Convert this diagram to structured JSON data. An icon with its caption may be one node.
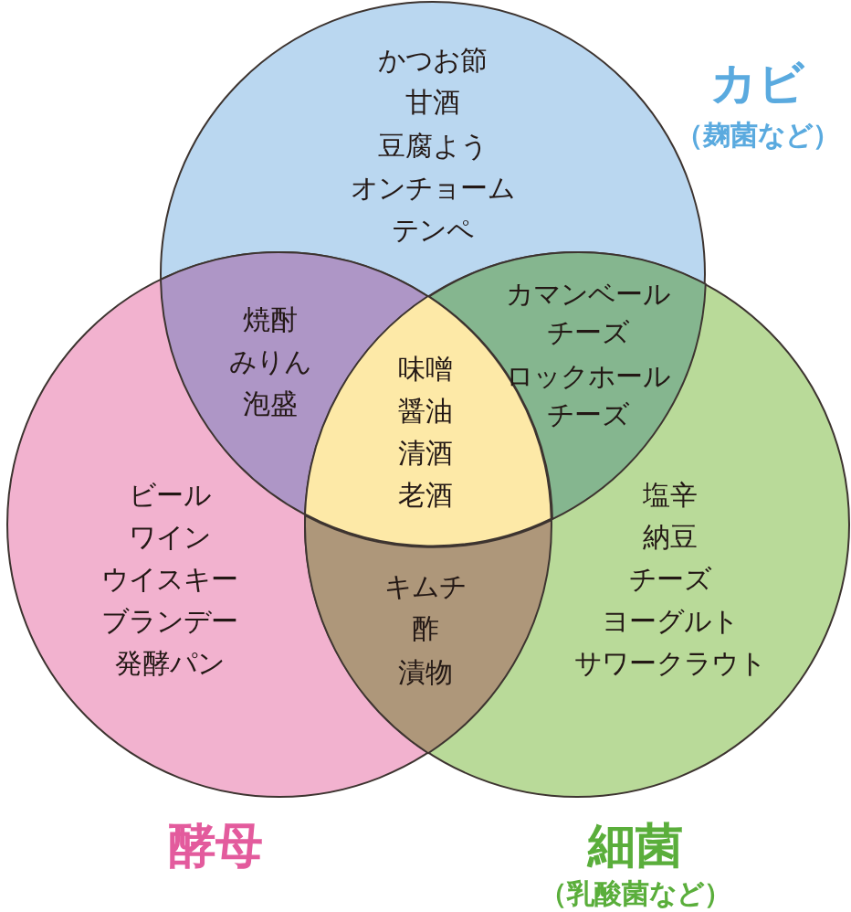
{
  "diagram": {
    "nodes": [
      {
        "text": [
          "カビ",
          "（麹菌など）",
          "かつお節",
          "甘酒",
          "豆腐よう",
          "オンチョーム",
          "テンペ"
        ]
      },
      {
        "text": [
          "酵母",
          "ビール",
          "ワイン",
          "ウイスキー",
          "ブランデー",
          "発酵パン"
        ]
      },
      {
        "text": [
          "細菌",
          "（乳酸菌など）",
          "塩辛",
          "納豆",
          "チーズ",
          "ヨーグルト",
          "サワークラウト"
        ]
      },
      {
        "text": [
          "焼酎",
          "みりん",
          "泡盛"
        ]
      },
      {
        "text": [
          "カマンベールチーズ",
          "ロックホールチーズ"
        ]
      },
      {
        "text": [
          "味噌",
          "醤油",
          "清酒",
          "老酒"
        ]
      },
      {
        "text": [
          "キムチ",
          "酢",
          "漬物"
        ]
      }
    ]
  }
}
